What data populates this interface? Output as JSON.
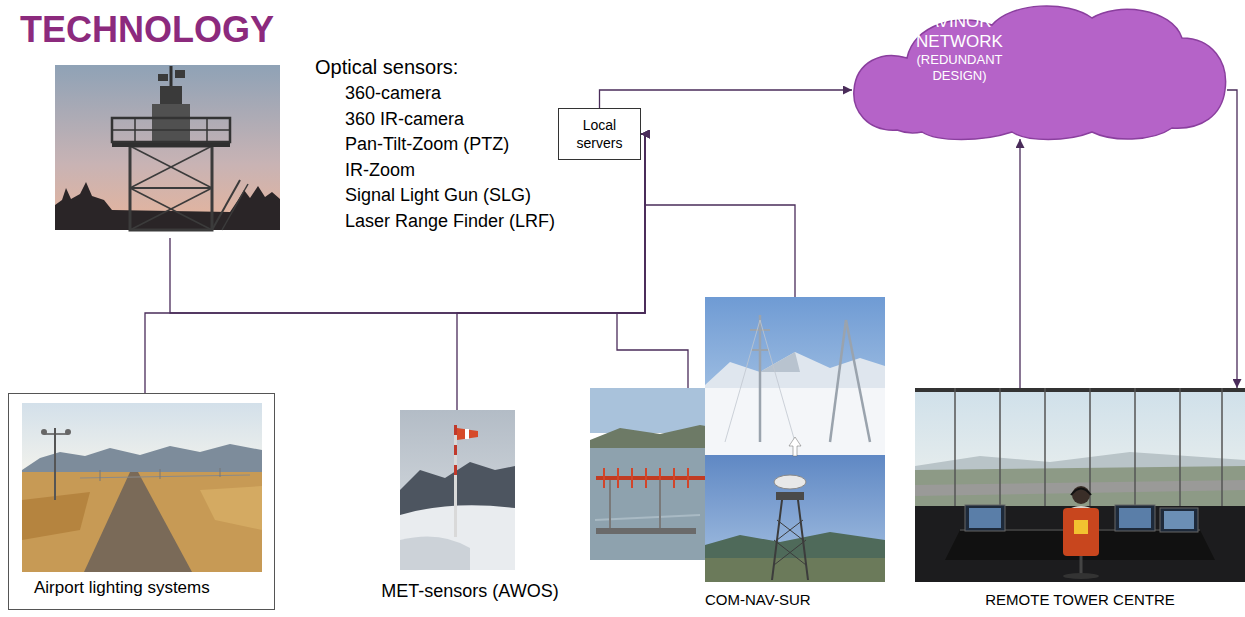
{
  "diagram": {
    "title": "TECHNOLOGY",
    "nodes": [
      {
        "text": [
          "Optical sensors:",
          "360-camera",
          "360 IR-camera",
          "Pan-Tilt-Zoom (PTZ)",
          "IR-Zoom",
          "Signal Light Gun (SLG)",
          "Laser Range Finder (LRF)"
        ]
      },
      {
        "text": [
          "Local servers"
        ]
      },
      {
        "text": [
          "AVINOR NETWORK",
          "(REDUNDANT DESIGN)"
        ]
      },
      {
        "text": [
          "Airport lighting systems"
        ]
      },
      {
        "text": [
          "MET-sensors (AWOS)"
        ]
      },
      {
        "text": [
          "COM-NAV-SUR"
        ]
      },
      {
        "text": [
          "REMOTE TOWER CENTRE"
        ]
      }
    ],
    "edges": [
      {
        "from": 0,
        "to": 1,
        "arrow": "none"
      },
      {
        "from": 3,
        "to": 1,
        "arrow": "to"
      },
      {
        "from": 4,
        "to": 1,
        "arrow": "to"
      },
      {
        "from": 5,
        "to": 1,
        "arrow": "to"
      },
      {
        "from": 5,
        "to": 1,
        "arrow": "to"
      },
      {
        "from": 1,
        "to": 2,
        "arrow": "to"
      },
      {
        "from": 2,
        "to": 6,
        "arrow": "to"
      },
      {
        "from": 6,
        "to": 2,
        "arrow": "to"
      }
    ]
  }
}
